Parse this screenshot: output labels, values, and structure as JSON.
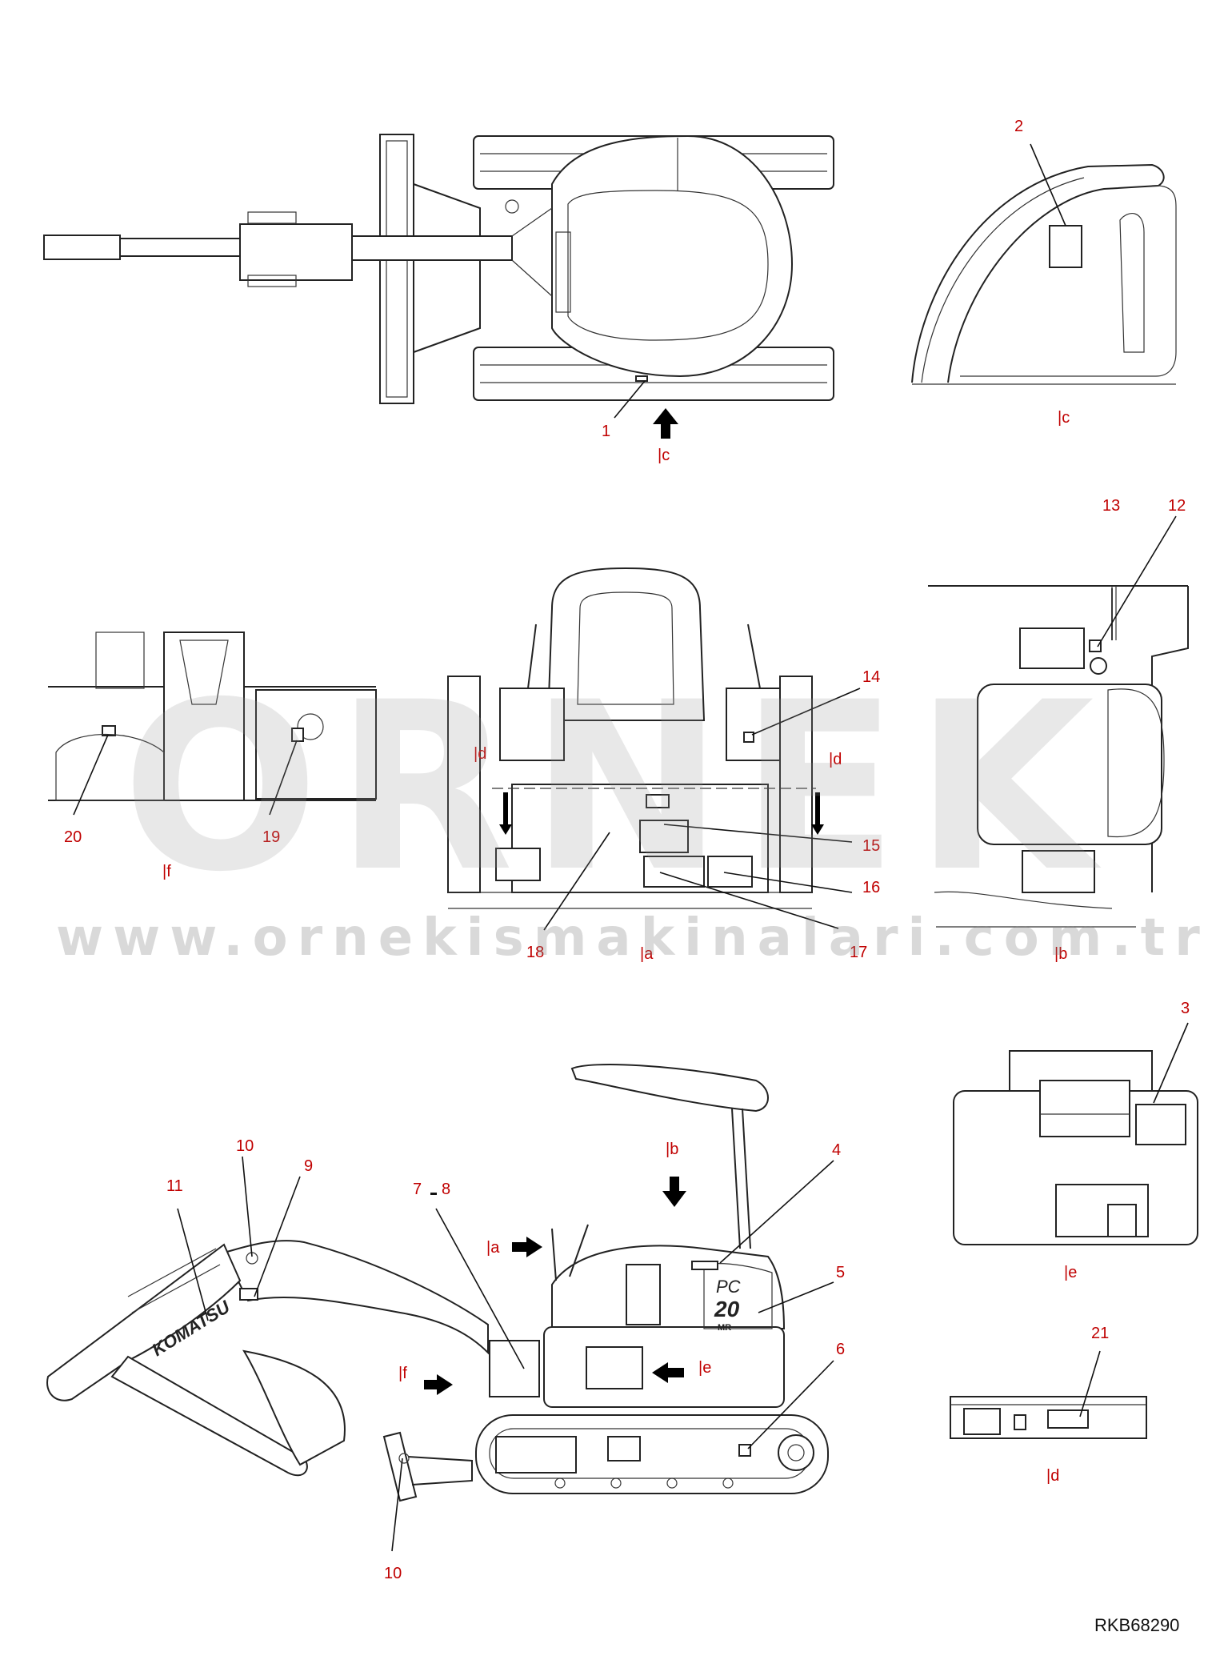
{
  "drawing_code": "RKB68290",
  "watermark": {
    "word": "ORNEK",
    "url": "www.ornekismakinalari.com.tr"
  },
  "callouts": [
    "1",
    "2",
    "3",
    "4",
    "5",
    "6",
    "7",
    "8",
    "9",
    "10",
    "11",
    "12",
    "13",
    "14",
    "15",
    "16",
    "17",
    "18",
    "19",
    "20",
    "21",
    "10"
  ],
  "view_labels": {
    "a_main": "|a",
    "a_side": "|a",
    "b_main": "|b",
    "b_side": "|b",
    "c_main": "|c",
    "c_side": "|c",
    "d_main": "|d",
    "d_left": "|d",
    "d_right": "|d",
    "e_main": "|e",
    "e_side": "|e",
    "f_main": "|f",
    "f_side": "|f"
  },
  "model_badge": {
    "model": "PC",
    "size": "20",
    "variant": "MR"
  },
  "brand_text": "KOMATSU"
}
